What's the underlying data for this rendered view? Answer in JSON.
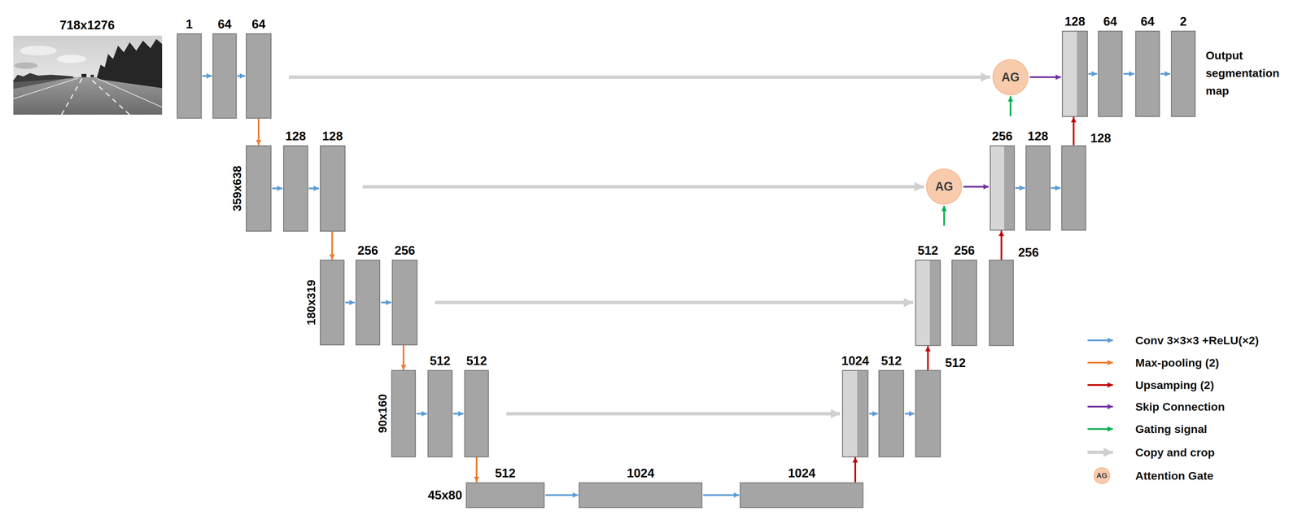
{
  "diagram": {
    "nodes": [
      {
        "text": [
          "1"
        ]
      },
      {
        "text": [
          "64"
        ]
      },
      {
        "text": [
          "64"
        ]
      },
      {
        "text": [
          "AG"
        ]
      },
      {
        "text": [
          "128"
        ]
      },
      {
        "text": [
          "64"
        ]
      },
      {
        "text": [
          "64"
        ]
      },
      {
        "text": [
          "2"
        ]
      },
      {
        "text": [
          "359x638"
        ]
      },
      {
        "text": [
          "128"
        ]
      },
      {
        "text": [
          "128"
        ]
      },
      {
        "text": [
          "AG"
        ]
      },
      {
        "text": [
          "256"
        ]
      },
      {
        "text": [
          "128"
        ]
      },
      {
        "text": [
          "128"
        ]
      },
      {
        "text": [
          "180x319"
        ]
      },
      {
        "text": [
          "256"
        ]
      },
      {
        "text": [
          "256"
        ]
      },
      {
        "text": [
          "512"
        ]
      },
      {
        "text": [
          "256"
        ]
      },
      {
        "text": [
          "256"
        ]
      },
      {
        "text": [
          "90x160"
        ]
      },
      {
        "text": [
          "512"
        ]
      },
      {
        "text": [
          "512"
        ]
      },
      {
        "text": [
          "1024"
        ]
      },
      {
        "text": [
          "512"
        ]
      },
      {
        "text": [
          "512"
        ]
      },
      {
        "text": [
          "45x80",
          "512"
        ]
      },
      {
        "text": [
          "1024"
        ]
      },
      {
        "text": [
          "1024"
        ]
      }
    ],
    "edges": [
      {
        "from": 0,
        "to": 1,
        "arrow": "to"
      },
      {
        "from": 1,
        "to": 2,
        "arrow": "to"
      },
      {
        "from": 4,
        "to": 5,
        "arrow": "to"
      },
      {
        "from": 5,
        "to": 6,
        "arrow": "to"
      },
      {
        "from": 6,
        "to": 7,
        "arrow": "to"
      },
      {
        "from": 8,
        "to": 9,
        "arrow": "to"
      },
      {
        "from": 9,
        "to": 10,
        "arrow": "to"
      },
      {
        "from": 12,
        "to": 13,
        "arrow": "to"
      },
      {
        "from": 13,
        "to": 14,
        "arrow": "to"
      },
      {
        "from": 15,
        "to": 16,
        "arrow": "to"
      },
      {
        "from": 16,
        "to": 17,
        "arrow": "to"
      },
      {
        "from": 21,
        "to": 22,
        "arrow": "to"
      },
      {
        "from": 22,
        "to": 23,
        "arrow": "to"
      },
      {
        "from": 24,
        "to": 25,
        "arrow": "to"
      },
      {
        "from": 25,
        "to": 26,
        "arrow": "to"
      },
      {
        "from": 27,
        "to": 28,
        "arrow": "to"
      },
      {
        "from": 28,
        "to": 29,
        "arrow": "to"
      },
      {
        "from": 2,
        "to": 8,
        "arrow": "to"
      },
      {
        "from": 10,
        "to": 15,
        "arrow": "to"
      },
      {
        "from": 17,
        "to": 21,
        "arrow": "to"
      },
      {
        "from": 23,
        "to": 27,
        "arrow": "to"
      },
      {
        "from": 29,
        "to": 24,
        "arrow": "to"
      },
      {
        "from": 26,
        "to": 18,
        "arrow": "to"
      },
      {
        "from": 20,
        "to": 12,
        "arrow": "to"
      },
      {
        "from": 14,
        "to": 4,
        "arrow": "to"
      },
      {
        "from": 2,
        "to": 3,
        "arrow": "to"
      },
      {
        "from": 10,
        "to": 11,
        "arrow": "to"
      },
      {
        "from": 17,
        "to": 18,
        "arrow": "to"
      },
      {
        "from": 23,
        "to": 24,
        "arrow": "to"
      },
      {
        "from": 3,
        "to": 4,
        "arrow": "to"
      },
      {
        "from": 11,
        "to": 12,
        "arrow": "to"
      }
    ],
    "labels": [
      "718x1276",
      "Output segmentation map",
      "AG"
    ],
    "legend": [
      {
        "text": "Conv 3×3×3 +ReLU(×2)"
      },
      {
        "text": "Max-pooling (2)"
      },
      {
        "text": "Upsamping (2)"
      },
      {
        "text": "Skip Connection"
      },
      {
        "text": "Gating signal"
      },
      {
        "text": "Copy and crop"
      },
      {
        "text": "Attention Gate"
      }
    ]
  }
}
